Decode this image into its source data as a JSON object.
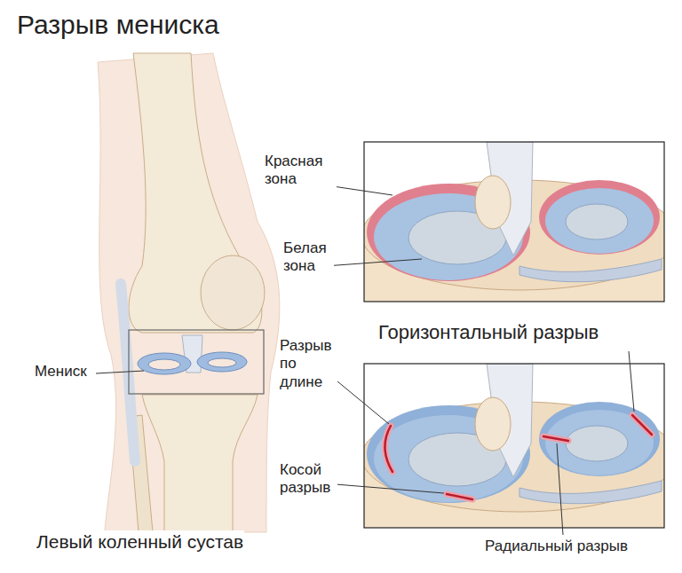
{
  "diagram": {
    "title": "Разрыв мениска",
    "labels": [
      "Красная зона",
      "Белая зона",
      "Мениск",
      "Горизонтальный разрыв",
      "Разрыв по длине",
      "Косой разрыв",
      "Радиальный разрыв",
      "Левый коленный сустав"
    ]
  }
}
